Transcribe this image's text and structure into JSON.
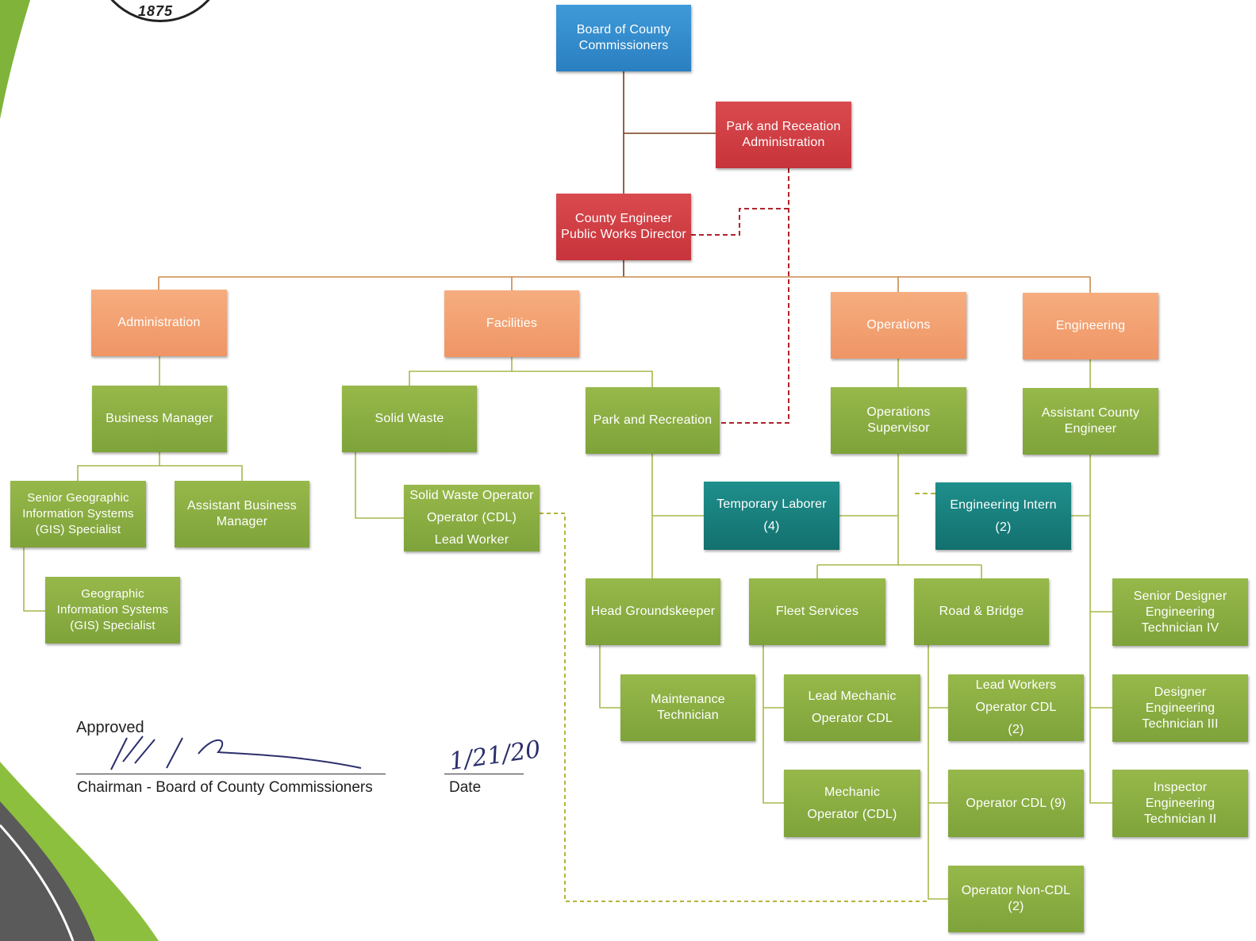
{
  "seal": {
    "year": "1875"
  },
  "colors": {
    "board": "#2a7fc1",
    "leadership": "#c7343b",
    "division": "#ef9566",
    "position": "#7ea33a",
    "temporary": "#13706e",
    "solid_line": "#7a3a1c",
    "dashed_red": "#b0222a",
    "dashed_green": "#b5b43a"
  },
  "org": {
    "board": {
      "lines": [
        "Board of County",
        "Commissioners"
      ]
    },
    "park_admin": {
      "lines": [
        "Park and Receation",
        "Administration"
      ]
    },
    "county_engineer": {
      "lines": [
        "County Engineer",
        "Public Works Director"
      ]
    },
    "administration": {
      "lines": [
        "Administration"
      ]
    },
    "facilities": {
      "lines": [
        "Facilities"
      ]
    },
    "operations": {
      "lines": [
        "Operations"
      ]
    },
    "engineering": {
      "lines": [
        "Engineering"
      ]
    },
    "business_manager": {
      "lines": [
        "Business Manager"
      ]
    },
    "solid_waste": {
      "lines": [
        "Solid Waste"
      ]
    },
    "park_recreation": {
      "lines": [
        "Park and Recreation"
      ]
    },
    "ops_supervisor": {
      "lines": [
        "Operations",
        "Supervisor"
      ]
    },
    "asst_county_engineer": {
      "lines": [
        "Assistant County",
        "Engineer"
      ]
    },
    "senior_gis": {
      "lines": [
        "Senior Geographic",
        "Information Systems",
        "(GIS) Specialist"
      ]
    },
    "asst_business_manager": {
      "lines": [
        "Assistant Business",
        "Manager"
      ]
    },
    "gis_specialist": {
      "lines": [
        "Geographic",
        "Information Systems",
        "(GIS) Specialist"
      ]
    },
    "solid_waste_operator": {
      "lines": [
        "Solid Waste Operator",
        "Operator (CDL)",
        "Lead Worker"
      ]
    },
    "temporary_laborer": {
      "lines": [
        "Temporary Laborer",
        "(4)"
      ]
    },
    "engineering_intern": {
      "lines": [
        "Engineering Intern",
        "(2)"
      ]
    },
    "head_groundskeeper": {
      "lines": [
        "Head Groundskeeper"
      ]
    },
    "fleet_services": {
      "lines": [
        "Fleet Services"
      ]
    },
    "road_bridge": {
      "lines": [
        "Road & Bridge"
      ]
    },
    "senior_designer": {
      "lines": [
        "Senior Designer",
        "Engineering",
        "Technician IV"
      ]
    },
    "maintenance_technician": {
      "lines": [
        "Maintenance",
        "Technician"
      ]
    },
    "lead_mechanic": {
      "lines": [
        "Lead Mechanic",
        "Operator CDL"
      ]
    },
    "lead_workers": {
      "lines": [
        "Lead Workers",
        "Operator CDL",
        "(2)"
      ]
    },
    "designer": {
      "lines": [
        "Designer",
        "Engineering",
        "Technician III"
      ]
    },
    "mechanic": {
      "lines": [
        "Mechanic",
        "Operator (CDL)"
      ]
    },
    "operator_cdl": {
      "lines": [
        "Operator CDL (9)"
      ]
    },
    "inspector": {
      "lines": [
        "Inspector",
        "Engineering",
        "Technician II"
      ]
    },
    "operator_non_cdl": {
      "lines": [
        "Operator Non-CDL",
        "(2)"
      ]
    }
  },
  "approval": {
    "approved_label": "Approved",
    "signer_caption": "Chairman - Board of County Commissioners",
    "date_handwritten": "1/21/20",
    "date_caption": "Date"
  }
}
